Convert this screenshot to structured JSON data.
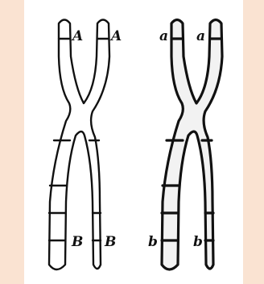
{
  "diagram": {
    "background_color": "#fae3d2",
    "panel_color": "#ffffff",
    "ink_color": "#111111",
    "chromosome_pairs": [
      {
        "labels": {
          "top_left": "A",
          "top_right": "A",
          "bottom_left": "B",
          "bottom_right": "B"
        }
      },
      {
        "labels": {
          "top_left": "a",
          "top_right": "a",
          "bottom_left": "b",
          "bottom_right": "b"
        }
      }
    ]
  }
}
